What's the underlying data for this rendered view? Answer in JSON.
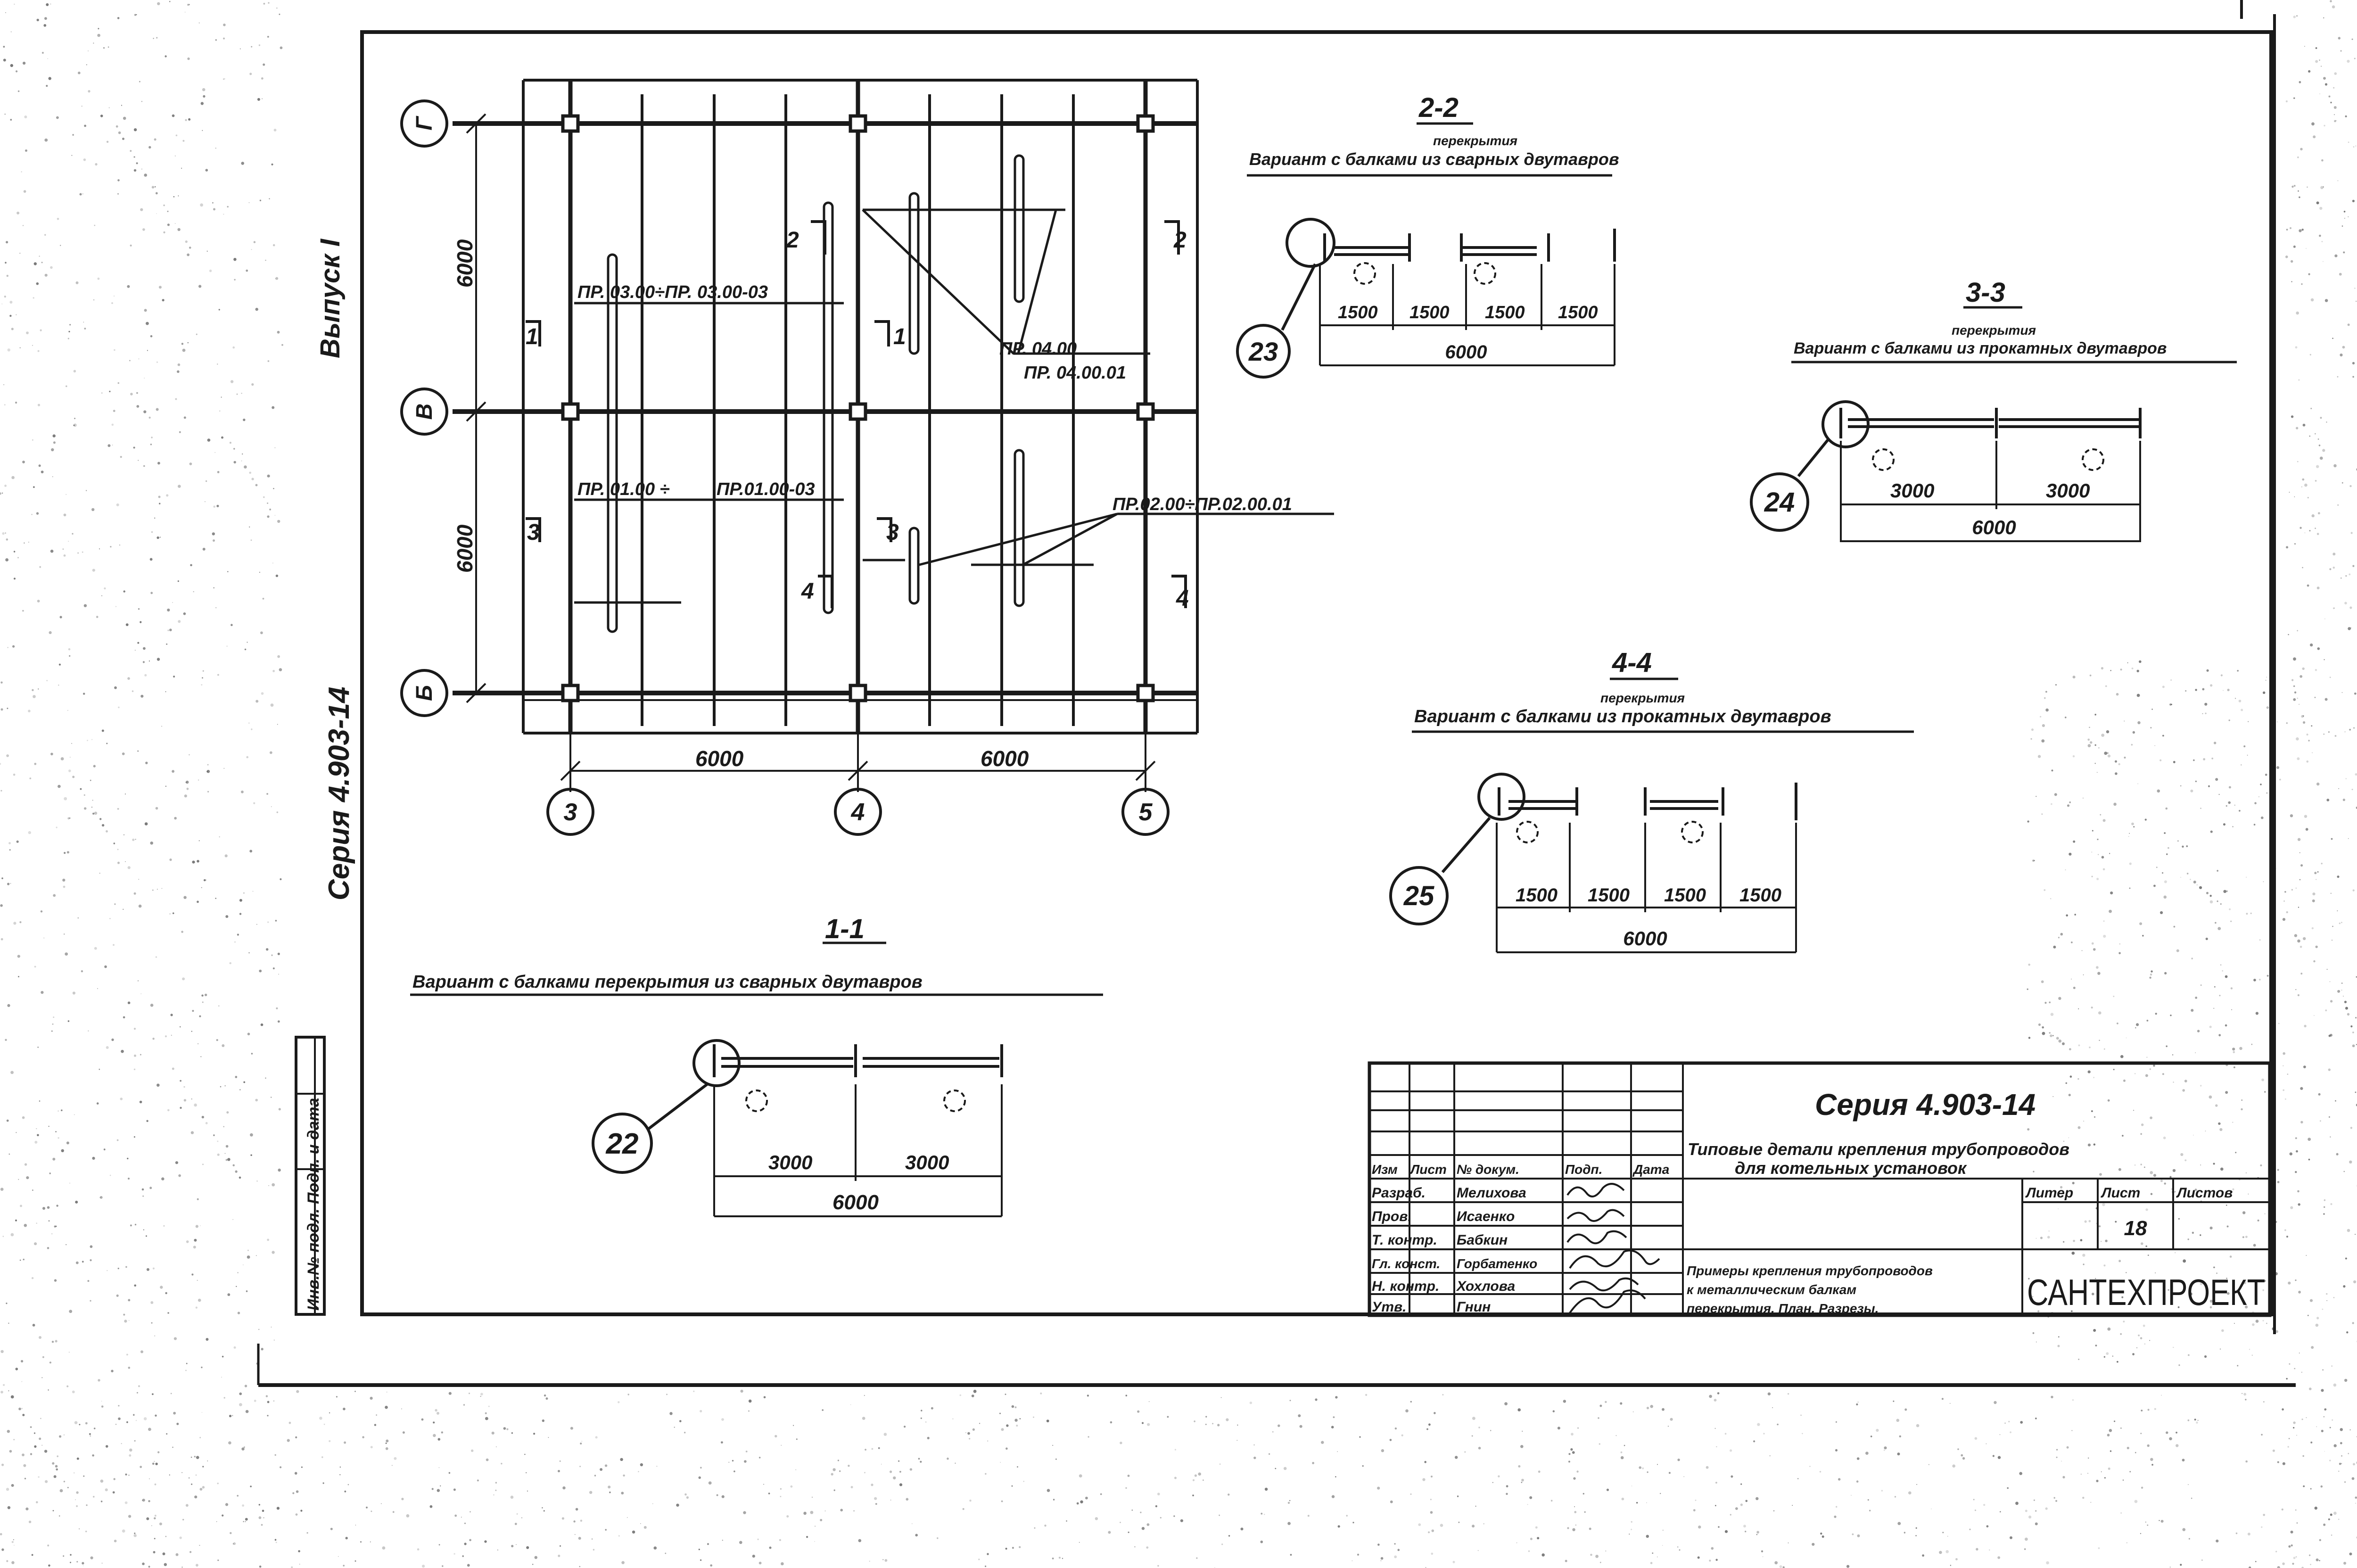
{
  "sheet": {
    "vertical_series": "Серия  4.903-14",
    "vertical_issue": "Выпуск I",
    "side_stamp": "Инв.№ подл.  Подп. и дата"
  },
  "plan": {
    "axis_rows": [
      "Г",
      "В",
      "Б"
    ],
    "axis_cols": [
      "3",
      "4",
      "5"
    ],
    "dim_vertical": [
      "6000",
      "6000"
    ],
    "dim_horizontal": [
      "6000",
      "6000"
    ],
    "labels": {
      "pr03": "ПР. 03.00÷ПР. 03.00-03",
      "pr04a": "ПР. 04.00",
      "pr04b": "ПР. 04.00.01",
      "pr01a": "ПР. 01.00 ÷",
      "pr01b": "ПР.01.00-03",
      "pr02": "ПР.02.00÷ПР.02.00.01"
    },
    "section_marks": {
      "s1l": "1",
      "s1r": "1",
      "s2l": "2",
      "s2r": "2",
      "s3l": "3",
      "s3r": "3",
      "s4l": "4",
      "s4r": "4"
    }
  },
  "section_1_1": {
    "title": "1-1",
    "subtitle": "Вариант с балками  перекрытия из сварных двутавров",
    "callout": "22",
    "dims": [
      "3000",
      "3000"
    ],
    "total": "6000"
  },
  "section_2_2": {
    "title": "2-2",
    "subtitle_top": "перекрытия",
    "subtitle": "Вариант с балками из сварных двутавров",
    "callout": "23",
    "dims": [
      "1500",
      "1500",
      "1500",
      "1500"
    ],
    "total": "6000"
  },
  "section_3_3": {
    "title": "3-3",
    "subtitle_top": "перекрытия",
    "subtitle": "Вариант с балками из прокатных двутавров",
    "callout": "24",
    "dims": [
      "3000",
      "3000"
    ],
    "total": "6000"
  },
  "section_4_4": {
    "title": "4-4",
    "subtitle_top": "перекрытия",
    "subtitle": "Вариант с балками из прокатных двутавров",
    "callout": "25",
    "dims": [
      "1500",
      "1500",
      "1500",
      "1500"
    ],
    "total": "6000"
  },
  "title_block": {
    "series": "Серия   4.903-14",
    "description_1": "Типовые детали крепления трубопроводов",
    "description_2": "для котельных установок",
    "col_headers": [
      "Изм",
      "Лист",
      "№ докум.",
      "Подп.",
      "Дата"
    ],
    "rows": [
      {
        "role": "Разраб.",
        "name": "Мелихова"
      },
      {
        "role": "Пров.",
        "name": "Исаенко"
      },
      {
        "role": "Т. контр.",
        "name": "Бабкин"
      },
      {
        "role": "Гл. конст.",
        "name": "Горбатенко"
      },
      {
        "role": "Н. контр.",
        "name": "Хохлова"
      },
      {
        "role": "Утв.",
        "name": "Гнин"
      }
    ],
    "stage_label": "Литер",
    "sheet_label": "Лист",
    "sheets_label": "Листов",
    "sheet_number": "18",
    "drawing_title_1": "Примеры крепления трубопроводов",
    "drawing_title_2": "к металлическим балкам",
    "drawing_title_3": "перекрытия. План. Разрезы.",
    "organization": "САНТЕХПРОЕКТ"
  }
}
